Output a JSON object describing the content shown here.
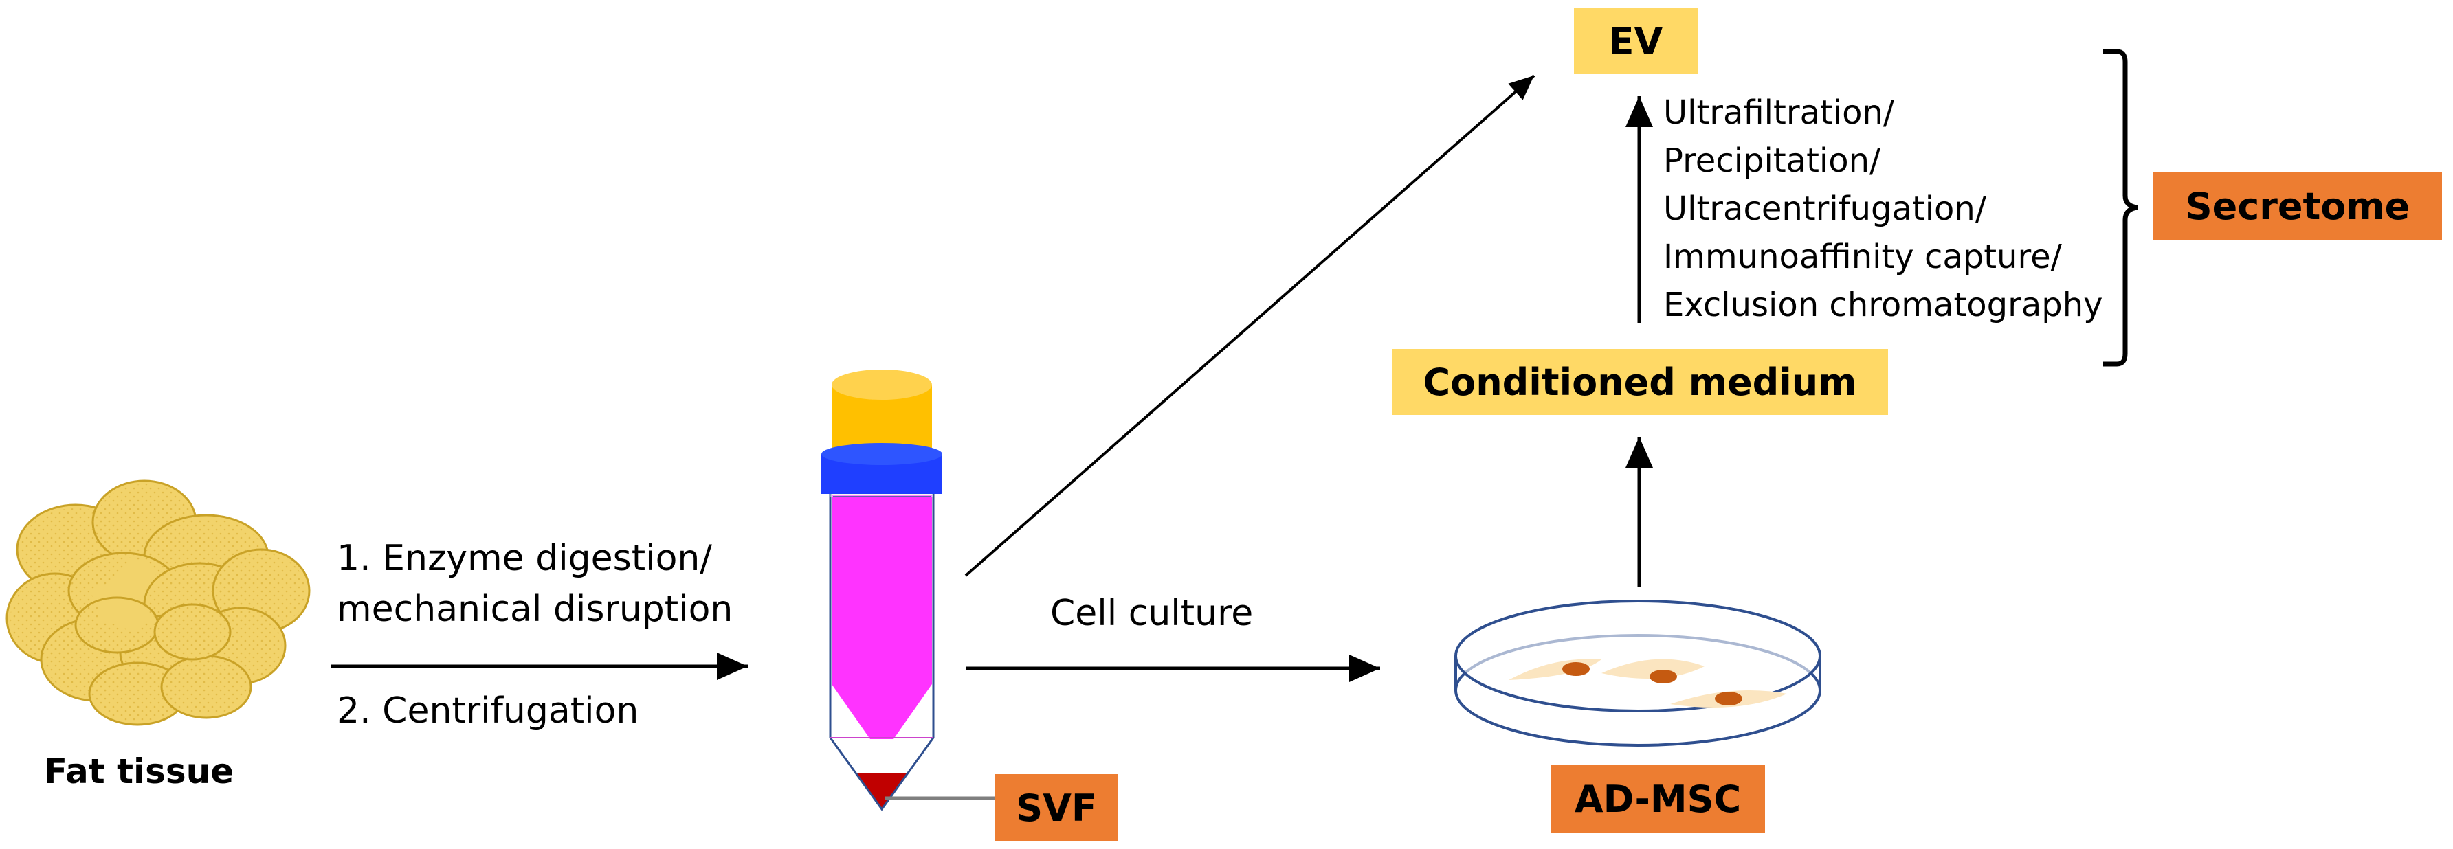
{
  "labels": {
    "fat_tissue": "Fat tissue",
    "step1": "1. Enzyme digestion/",
    "step1b": "mechanical disruption",
    "step2": "2. Centrifugation",
    "cell_culture": "Cell culture",
    "svf": "SVF",
    "ad_msc": "AD-MSC",
    "conditioned_medium": "Conditioned medium",
    "ev": "EV",
    "secretome": "Secretome"
  },
  "isolation_methods": [
    "Ultrafiltration/",
    "Precipitation/",
    "Ultracentrifugation/",
    "Immunoaffinity capture/",
    "Exclusion chromatography"
  ],
  "colors": {
    "yellow_box": "#FFD966",
    "orange_box": "#ED7D31",
    "fat_cell": "#F2D36B",
    "tube_cap": "#1F3FFF",
    "tube_fat_layer": "#FFC000",
    "tube_medium": "#FF33FF",
    "tube_pellet": "#C00000",
    "dish_outline": "#2F4F8F",
    "cell_body": "#C55A11"
  }
}
